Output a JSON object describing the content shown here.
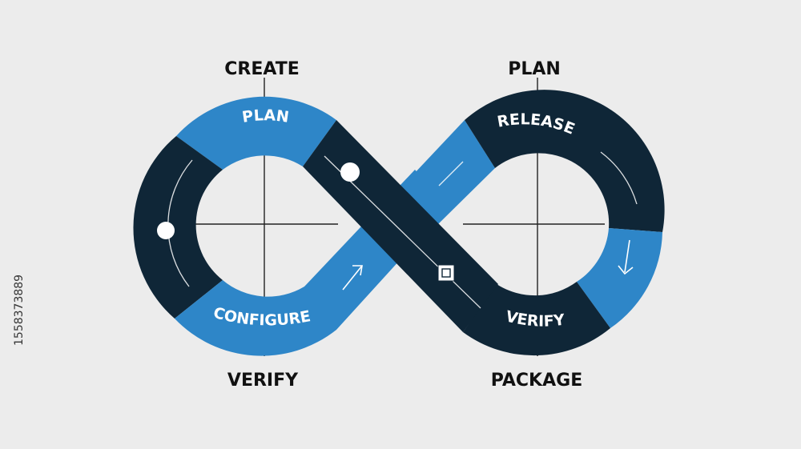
{
  "labels": {
    "top_left": "CREATE",
    "top_right": "PLAN",
    "bottom_left": "VERIFY",
    "bottom_right": "PACKAGE"
  },
  "bands": {
    "left_top": "PLAN",
    "left_bottom": "CONFIGURE",
    "right_top": "RELEASE",
    "right_bottom": "VERIFY"
  },
  "watermark": {
    "id": "1558373889"
  },
  "colors": {
    "dark": "#0f2637",
    "blue": "#2e86c8",
    "background": "#ececec",
    "line": "#222222"
  }
}
